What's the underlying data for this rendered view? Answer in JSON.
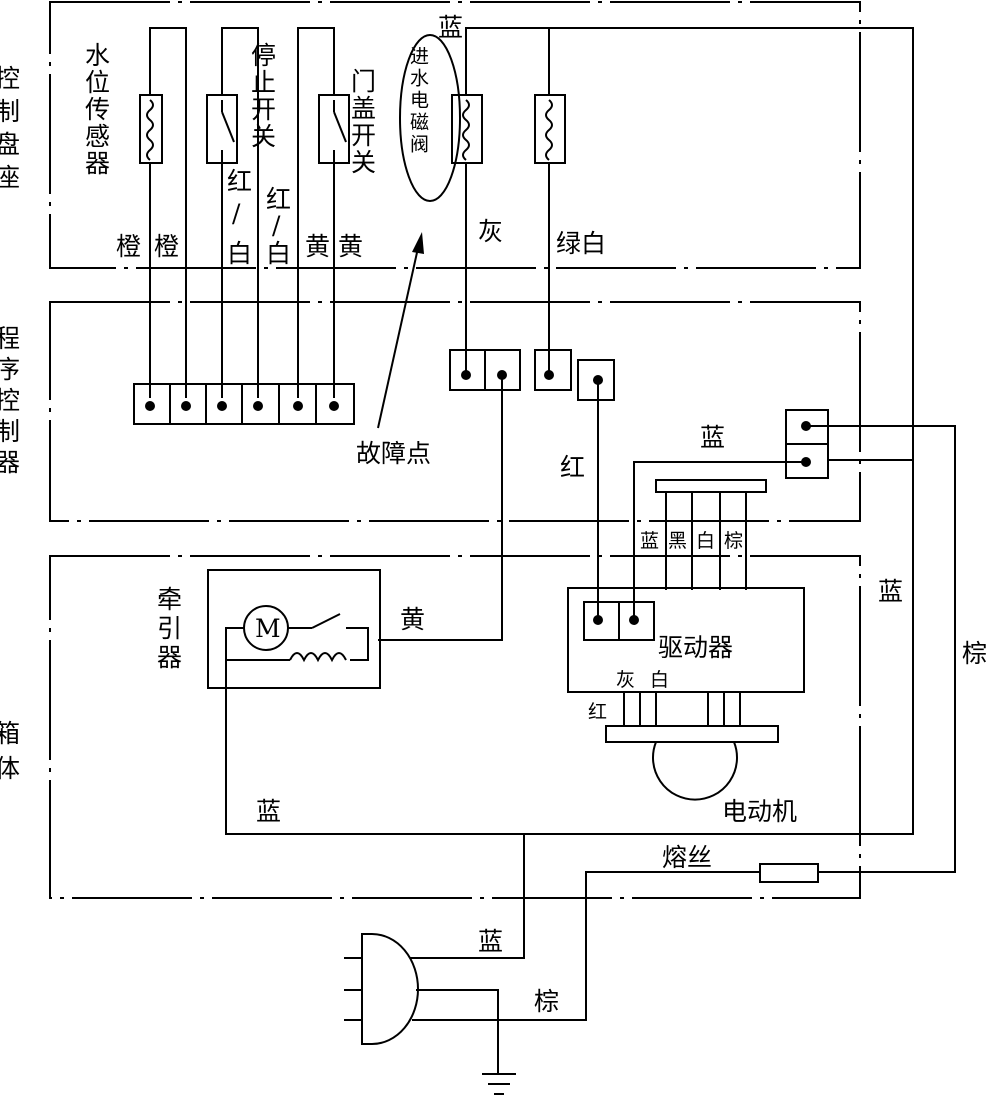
{
  "sections": {
    "panel": "控制盘座",
    "controller": "程序控制器",
    "cabinet": "箱体"
  },
  "components": {
    "water_level_sensor": "水位传感器",
    "stop_switch": "停止开关",
    "door_switch": "门盖开关",
    "inlet_valve": "进水电磁阀",
    "fault_point": "故障点",
    "tractor": "牵引器",
    "motor_symbol": "M",
    "driver": "驱动器",
    "motor": "电动机",
    "fuse": "熔丝"
  },
  "wire_labels": {
    "orange_1": "橙",
    "orange_2": "橙",
    "red": "红",
    "slash_1": "/",
    "white_1": "白",
    "red_2": "红",
    "slash_2": "/",
    "white_2": "白",
    "yellow_1": "黄",
    "yellow_2": "黄",
    "blue_top": "蓝",
    "gray_valve": "灰",
    "green_white": "绿白",
    "red_ctrl": "红",
    "blue_ctrl": "蓝",
    "blue_sensor": "蓝",
    "black_sensor": "黑",
    "white_sensor": "白",
    "brown_sensor": "棕",
    "yellow_tractor": "黄",
    "blue_right": "蓝",
    "brown_right": "棕",
    "gray_driver": "灰",
    "white_driver": "白",
    "red_driver": "红",
    "blue_bottom": "蓝",
    "blue_plug": "蓝",
    "brown_plug": "棕"
  }
}
